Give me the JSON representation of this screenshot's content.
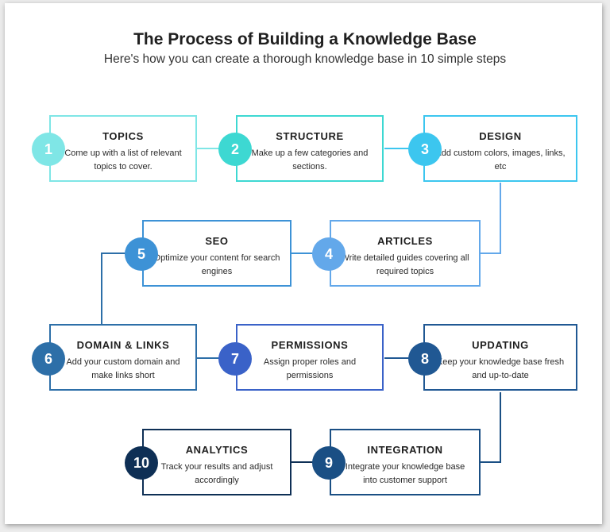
{
  "header": {
    "title": "The Process of Building a Knowledge Base",
    "subtitle": "Here's how you can create a thorough knowledge base in 10 simple steps"
  },
  "steps": [
    {
      "number": "1",
      "title": "TOPICS",
      "description": "Come up with a list of relevant topics to cover.",
      "color": "#7fe6e6"
    },
    {
      "number": "2",
      "title": "STRUCTURE",
      "description": "Make up a few categories and sections.",
      "color": "#3dd8d2"
    },
    {
      "number": "3",
      "title": "DESIGN",
      "description": "Add custom colors, images, links, etc",
      "color": "#3cc6ef"
    },
    {
      "number": "4",
      "title": "ARTICLES",
      "description": "Write detailed guides covering all required topics",
      "color": "#63a8ea"
    },
    {
      "number": "5",
      "title": "SEO",
      "description": "Optimize your content for search engines",
      "color": "#3d92d6"
    },
    {
      "number": "6",
      "title": "DOMAIN & LINKS",
      "description": "Add your custom domain and make links short",
      "color": "#2d6fa8"
    },
    {
      "number": "7",
      "title": "PERMISSIONS",
      "description": "Assign proper roles and permissions",
      "color": "#3a62c8"
    },
    {
      "number": "8",
      "title": "UPDATING",
      "description": "Keep your knowledge base fresh and up-to-date",
      "color": "#205893"
    },
    {
      "number": "9",
      "title": "INTEGRATION",
      "description": "Integrate your knowledge base into customer support",
      "color": "#1a4f84"
    },
    {
      "number": "10",
      "title": "ANALYTICS",
      "description": "Track your results and adjust accordingly",
      "color": "#0e2f55"
    }
  ]
}
